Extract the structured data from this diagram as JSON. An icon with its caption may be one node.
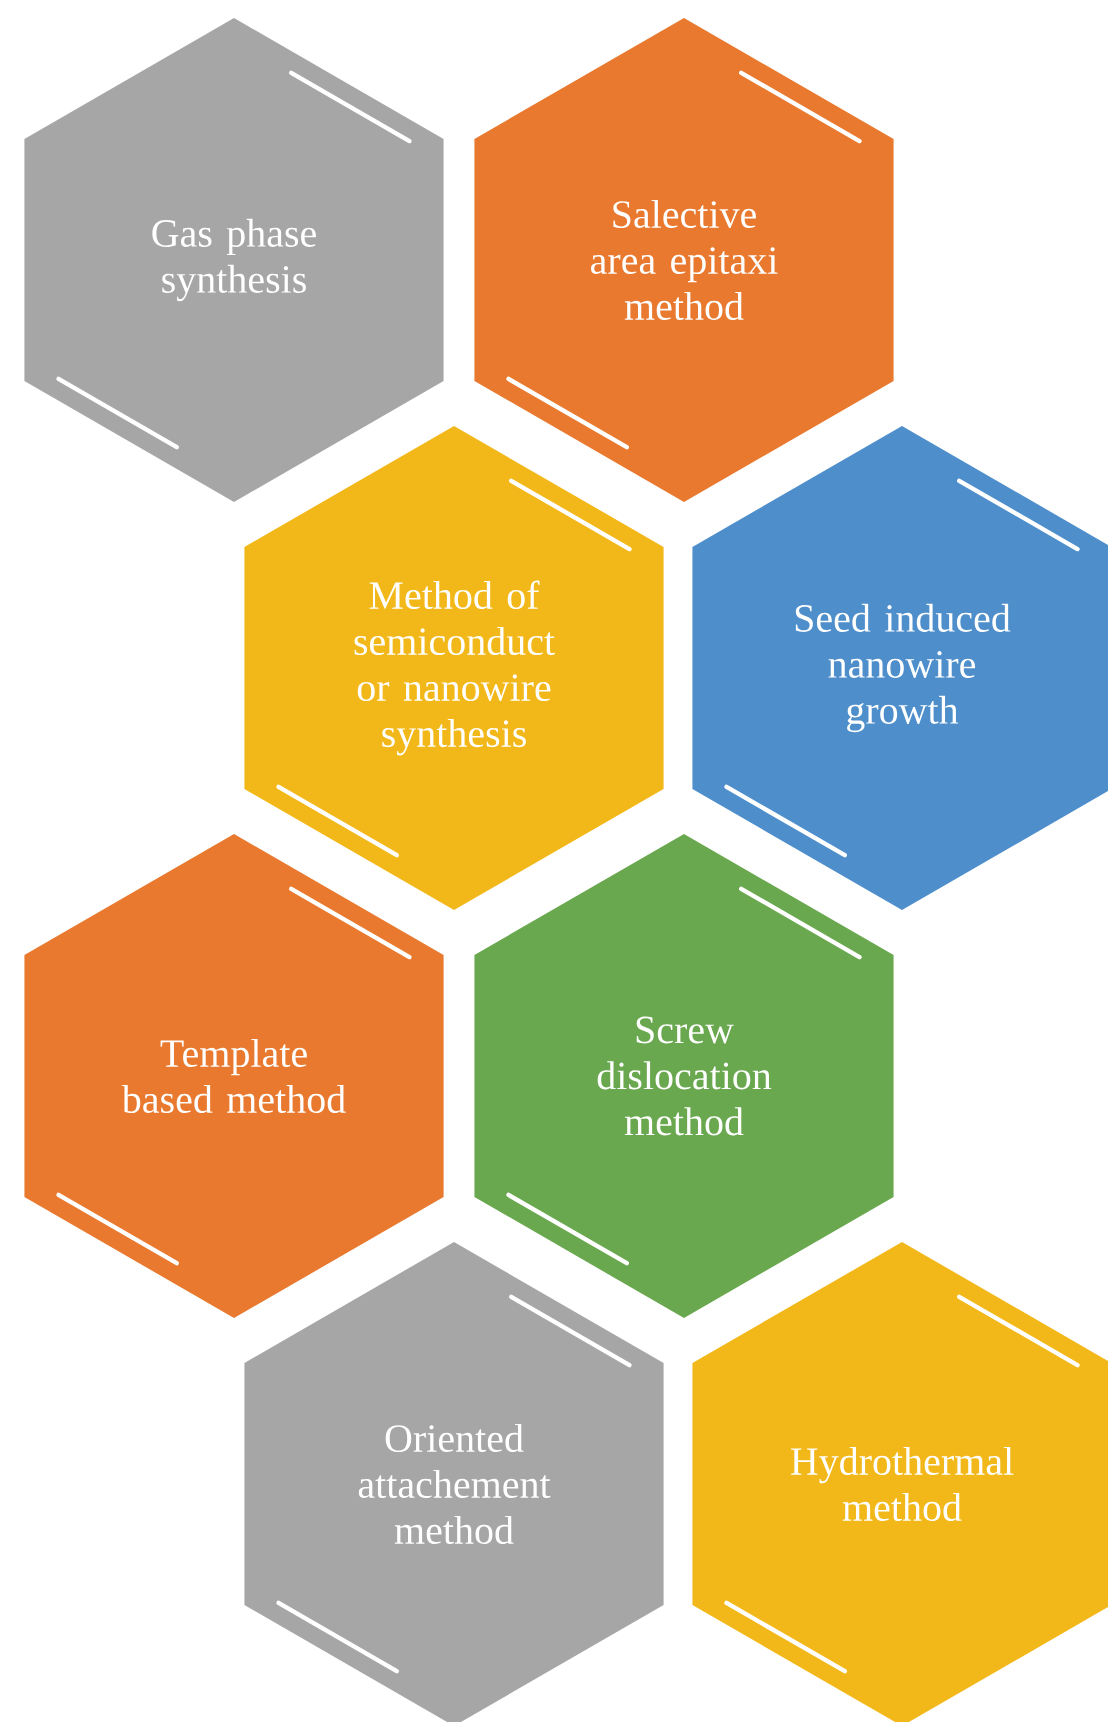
{
  "diagram": {
    "nodes": [
      {
        "text": [
          "Gas phase synthesis"
        ]
      },
      {
        "text": [
          "Salective area epitaxi method"
        ]
      },
      {
        "text": [
          "Method of semiconduct or nanowire synthesis"
        ]
      },
      {
        "text": [
          "Seed induced nanowire growth"
        ]
      },
      {
        "text": [
          "Template based method"
        ]
      },
      {
        "text": [
          "Screw dislocation method"
        ]
      },
      {
        "text": [
          "Oriented attachement method"
        ]
      },
      {
        "text": [
          "Hydrothermal method"
        ]
      }
    ]
  }
}
